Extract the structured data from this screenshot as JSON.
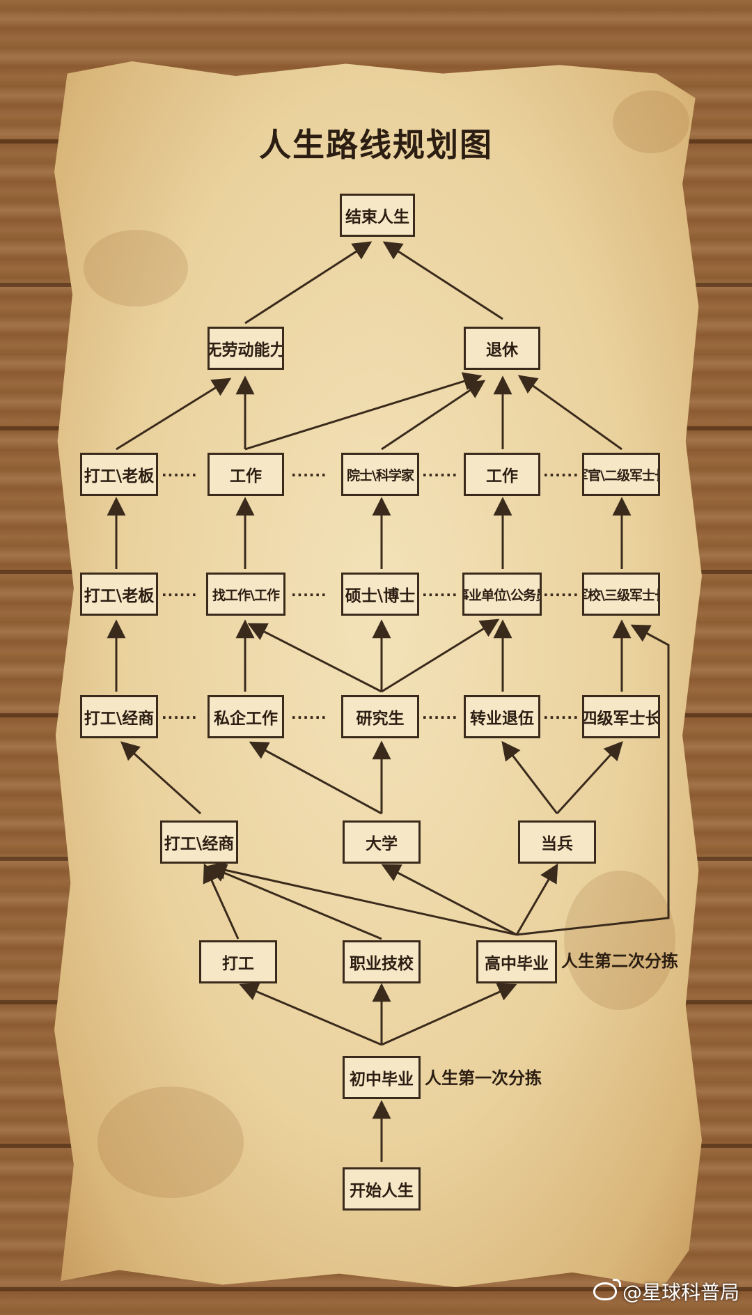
{
  "title": "人生路线规划图",
  "nodes": {
    "end_life": "结束人生",
    "no_labor": "无劳动能力",
    "retire": "退休",
    "r5_worker_boss": "打工\\老板",
    "r5_work_a": "工作",
    "r5_academician": "院士\\科学家",
    "r5_work_b": "工作",
    "r5_officer": "军官\\二级军士长",
    "r4_worker_boss": "打工\\老板",
    "r4_find_job": "找工作\\工作",
    "r4_master_phd": "硕士\\博士",
    "r4_public": "事业单位\\公务员",
    "r4_military": "军校\\三级军士长",
    "r3_worker_biz": "打工\\经商",
    "r3_private": "私企工作",
    "r3_grad": "研究生",
    "r3_civilian": "转业退伍",
    "r3_sergeant4": "四级军士长",
    "r2_worker_biz": "打工\\经商",
    "r2_university": "大学",
    "r2_soldier": "当兵",
    "r1_work": "打工",
    "r1_vocational": "职业技校",
    "r1_highschool": "高中毕业",
    "junior_high": "初中毕业",
    "start_life": "开始人生"
  },
  "notes": {
    "second_sort": "人生第二次分拣",
    "first_sort": "人生第一次分拣"
  },
  "dotted_separator": "······",
  "watermark": {
    "text": "@星球科普局",
    "icon": "weibo-icon"
  },
  "colors": {
    "ink": "#3a2a1c",
    "parchment": "#ead29e",
    "wood": "#8d5d33"
  }
}
